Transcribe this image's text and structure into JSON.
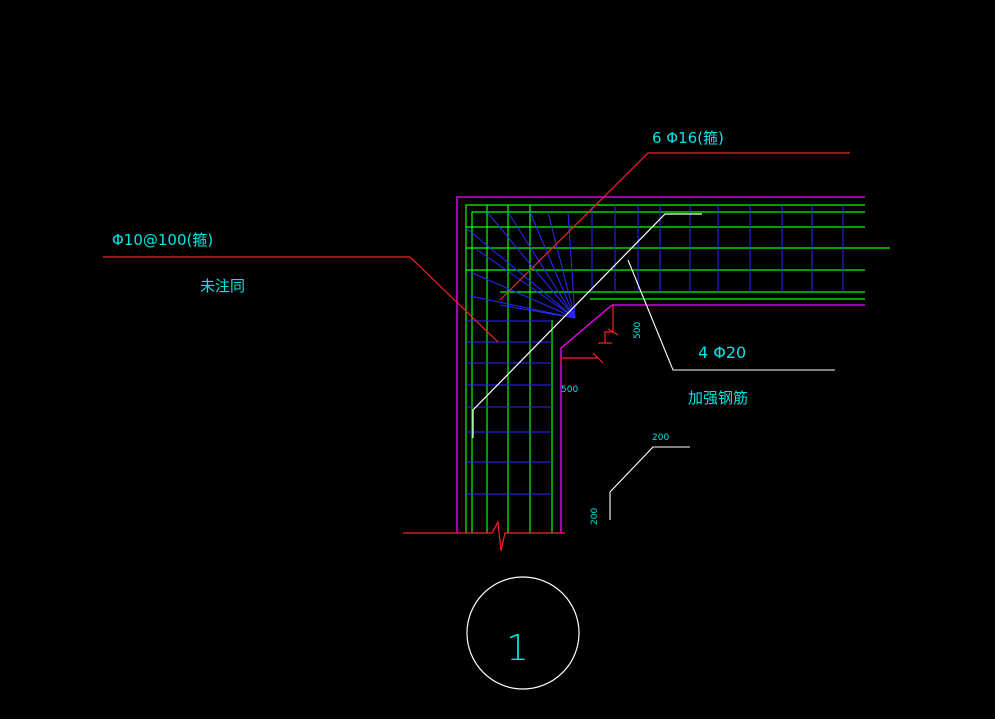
{
  "drawing": {
    "colors": {
      "background": "#000000",
      "outline": "#ff00ff",
      "longitudinal_bar": "#00ff00",
      "stirrup": "#2a2aff",
      "leader": "#ff2020",
      "text": "#00e5e5",
      "white": "#ffffff"
    },
    "labels": {
      "top_bars": "6 Φ16(箍)",
      "stirrup_spec": "Φ10@100(箍)",
      "unless_noted": "未注同",
      "haunch_bars": "4 Φ20",
      "reinforcing_bars": "加强钢筋",
      "dim_500_vertical": "500",
      "dim_500_horizontal": "500",
      "dim_200_horizontal": "200",
      "dim_200_vertical": "200",
      "detail_number": "1"
    }
  }
}
